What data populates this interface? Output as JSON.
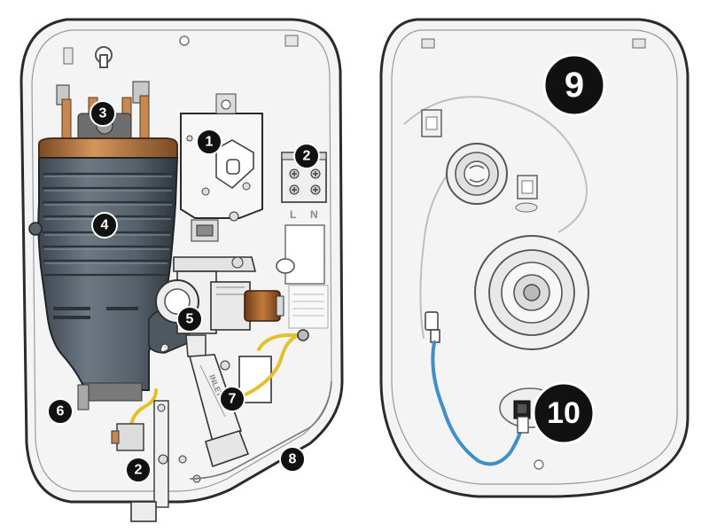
{
  "diagram": {
    "callouts": [
      {
        "id": "c1",
        "label": "1"
      },
      {
        "id": "c2a",
        "label": "2"
      },
      {
        "id": "c2b",
        "label": "2"
      },
      {
        "id": "c3",
        "label": "3"
      },
      {
        "id": "c4",
        "label": "4"
      },
      {
        "id": "c5",
        "label": "5"
      },
      {
        "id": "c6",
        "label": "6"
      },
      {
        "id": "c7",
        "label": "7"
      },
      {
        "id": "c8",
        "label": "8"
      },
      {
        "id": "c9",
        "label": "9"
      },
      {
        "id": "c10",
        "label": "10"
      }
    ],
    "terminal_labels": {
      "live": "L",
      "neutral": "N"
    },
    "inlet_label": "INLET",
    "colors": {
      "casing": "#f4f4f4",
      "casing_outline": "#2b2b2b",
      "tank": "#5b6670",
      "tank_dark": "#3f4850",
      "tank_cap": "#b7743d",
      "earth_wire": "#3f8fc9",
      "yellow_wire": "#e2c22b",
      "capacitor": "#a5612c",
      "callout_fill": "#111111"
    }
  }
}
